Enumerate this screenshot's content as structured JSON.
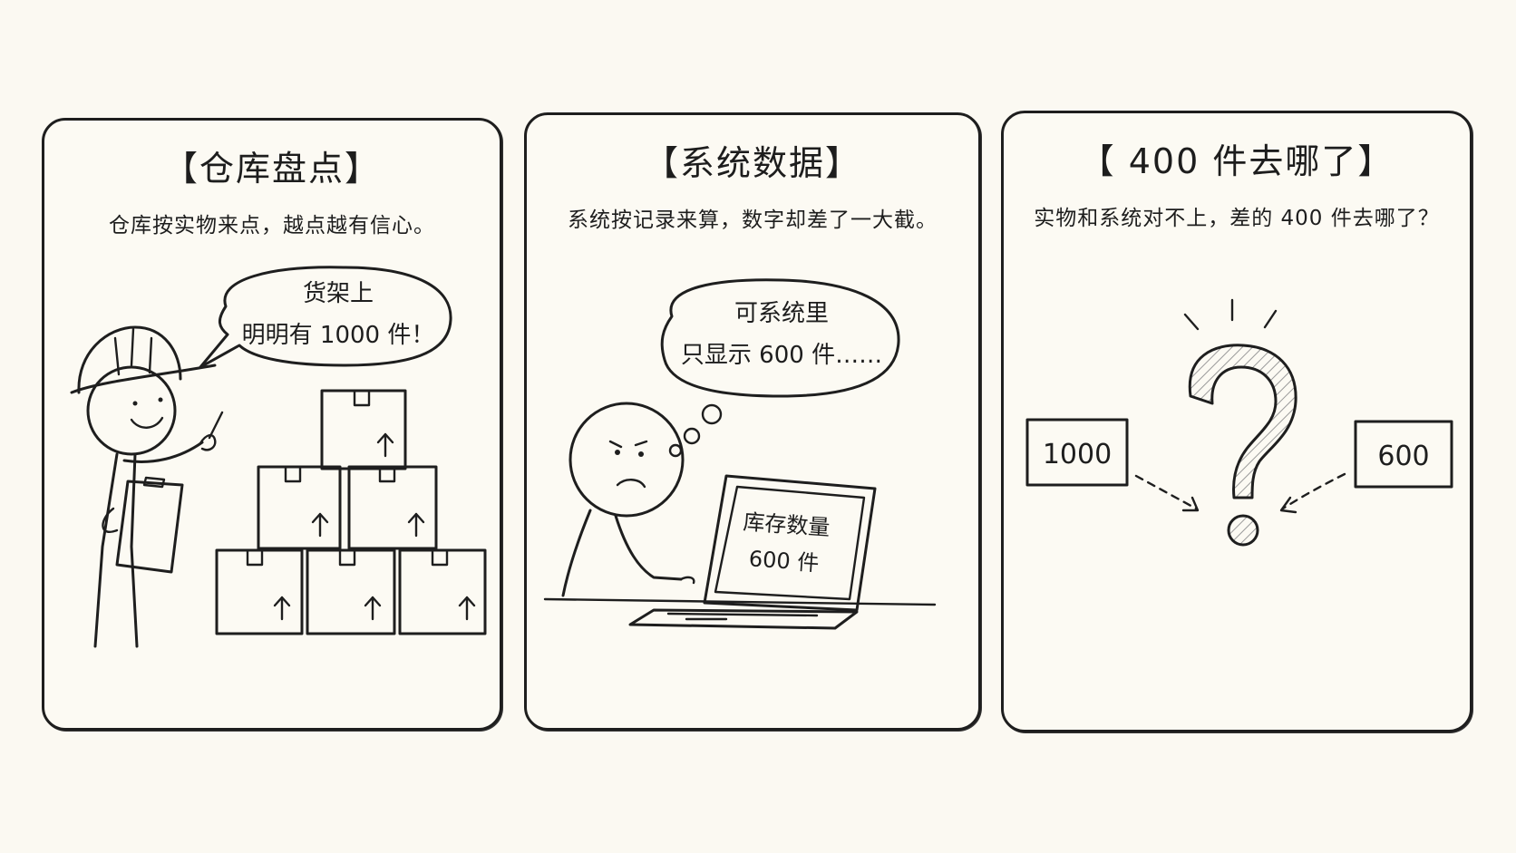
{
  "panels": [
    {
      "title": "【仓库盘点】",
      "caption": "仓库按实物来点，越点越有信心。",
      "speech_line1": "货架上",
      "speech_line2": "明明有 1000 件！"
    },
    {
      "title": "【系统数据】",
      "caption": "系统按记录来算，数字却差了一大截。",
      "thought_line1": "可系统里",
      "thought_line2": "只显示 600 件……",
      "screen_line1": "库存数量",
      "screen_line2": "600 件"
    },
    {
      "title": "【 400 件去哪了】",
      "caption": "实物和系统对不上，差的 400 件去哪了？",
      "left_box": "1000",
      "right_box": "600"
    }
  ],
  "colors": {
    "ink": "#1e1e1e",
    "paper": "#fcfaf3",
    "background": "#fbf9f2",
    "hatch": "#9a9a9a"
  },
  "icons": [
    "hard-hat-icon",
    "clipboard-icon",
    "pencil-icon",
    "box-icon",
    "up-arrow-icon",
    "laptop-icon",
    "question-mark-icon",
    "dashed-arrow-icon"
  ]
}
